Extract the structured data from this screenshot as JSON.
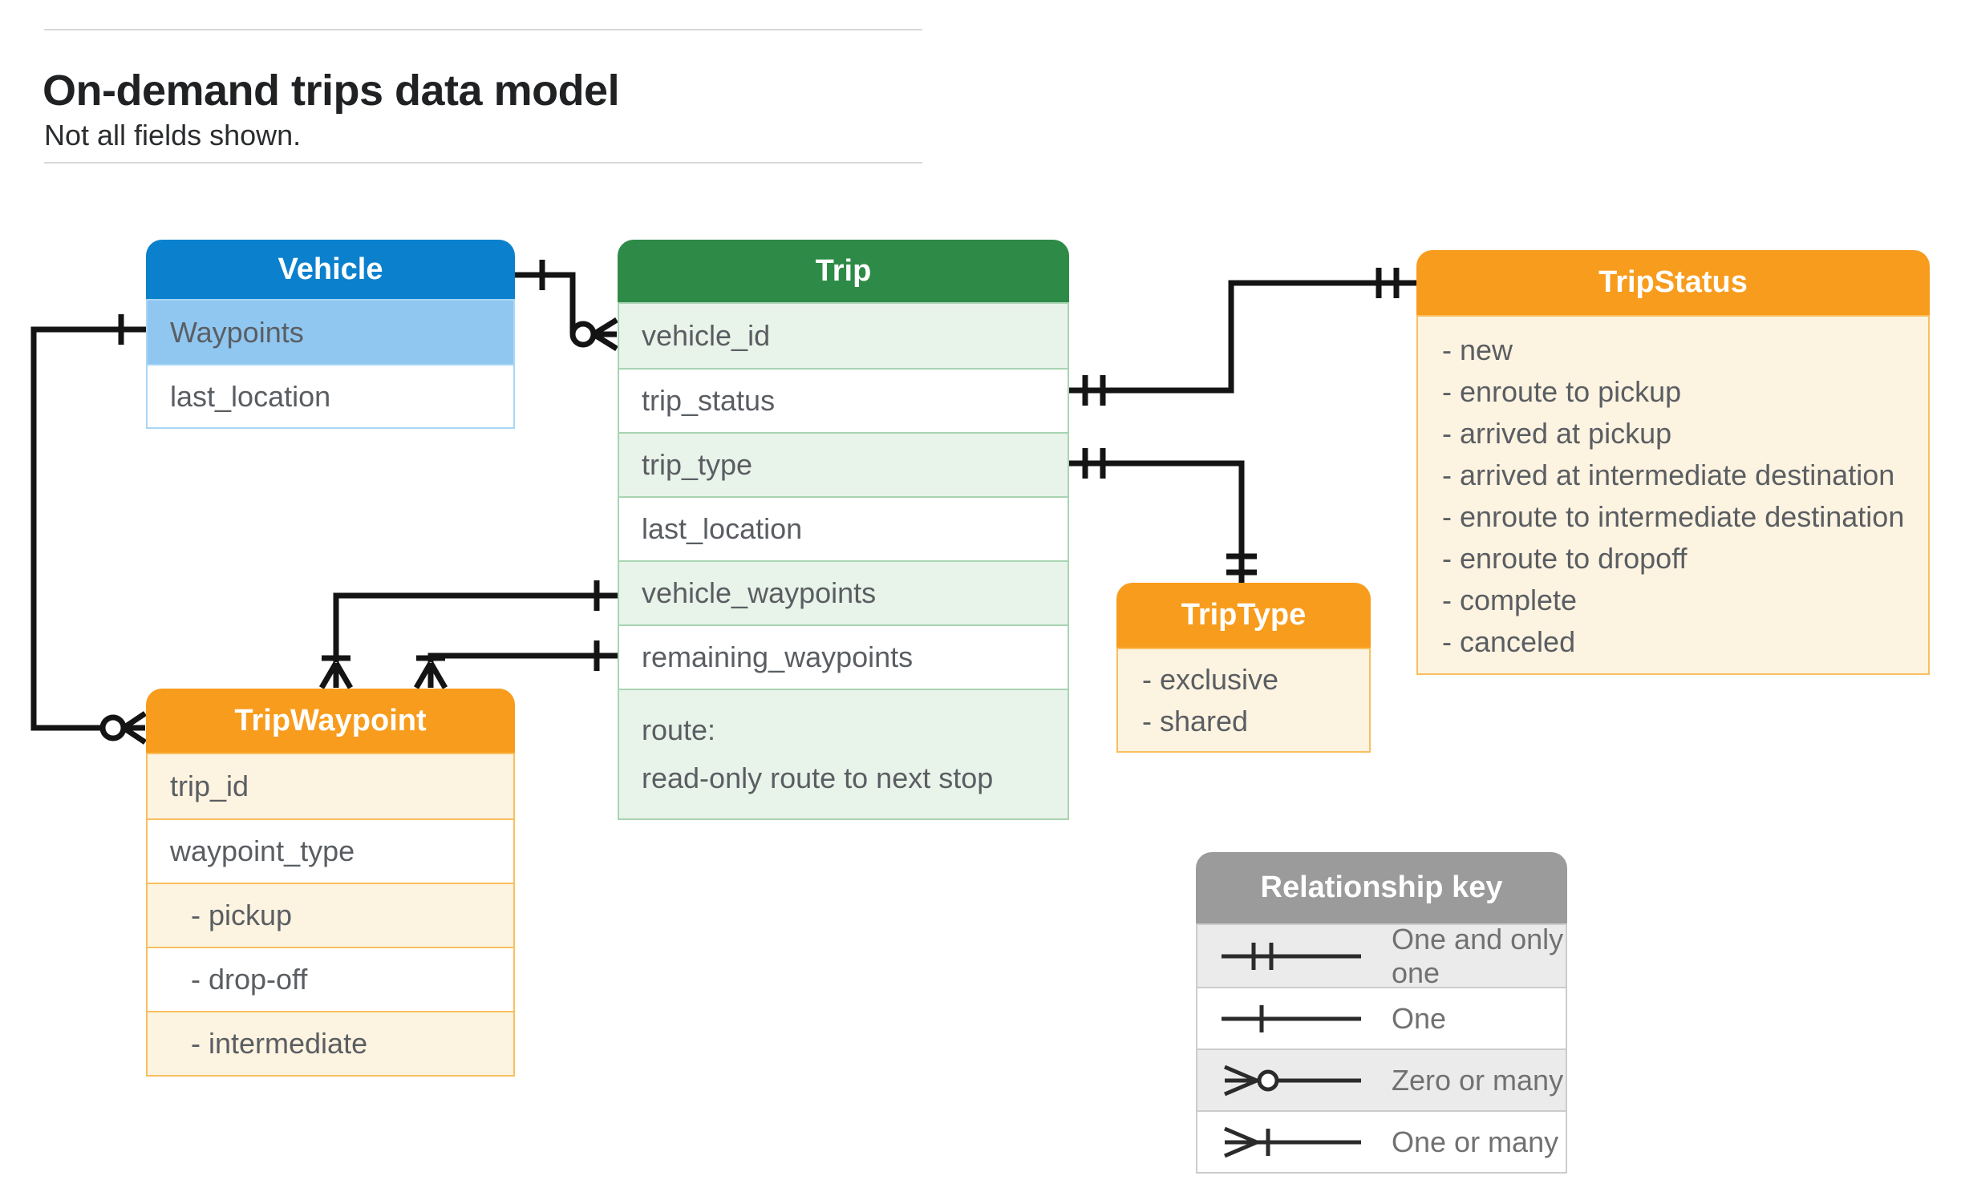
{
  "page": {
    "title": "On-demand trips data model",
    "subtitle": "Not all fields shown."
  },
  "colors": {
    "vehicle_header": "#0b81cd",
    "vehicle_row_tint": "#90c7f1",
    "trip_header": "#2e8b47",
    "trip_row_tint": "#e8f3ea",
    "orange_header": "#f89c1d",
    "orange_row_tint": "#fdf3e1",
    "key_header": "#9b9b9b",
    "key_row_tint": "#ebebeb",
    "connector": "#141414",
    "label_text": "#5a5e62"
  },
  "entities": {
    "vehicle": {
      "title": "Vehicle",
      "rows": [
        "Waypoints",
        "last_location"
      ]
    },
    "trip": {
      "title": "Trip",
      "rows": [
        "vehicle_id",
        "trip_status",
        "trip_type",
        "last_location",
        "vehicle_waypoints",
        "remaining_waypoints"
      ],
      "route_lines": [
        "route:",
        "read-only route to next stop"
      ]
    },
    "trip_status": {
      "title": "TripStatus",
      "values": [
        "- new",
        "- enroute to pickup",
        "- arrived at pickup",
        "- arrived at intermediate destination",
        "- enroute to intermediate destination",
        "- enroute to dropoff",
        "- complete",
        "- canceled"
      ]
    },
    "trip_type": {
      "title": "TripType",
      "values": [
        "- exclusive",
        "- shared"
      ]
    },
    "trip_waypoint": {
      "title": "TripWaypoint",
      "rows": [
        "trip_id",
        "waypoint_type",
        "- pickup",
        "- drop-off",
        "- intermediate"
      ]
    }
  },
  "legend": {
    "title": "Relationship key",
    "items": [
      {
        "symbol": "one-and-only-one",
        "label": "One and only one"
      },
      {
        "symbol": "one",
        "label": "One"
      },
      {
        "symbol": "zero-or-many",
        "label": "Zero or many"
      },
      {
        "symbol": "one-or-many",
        "label": "One or many"
      }
    ]
  }
}
